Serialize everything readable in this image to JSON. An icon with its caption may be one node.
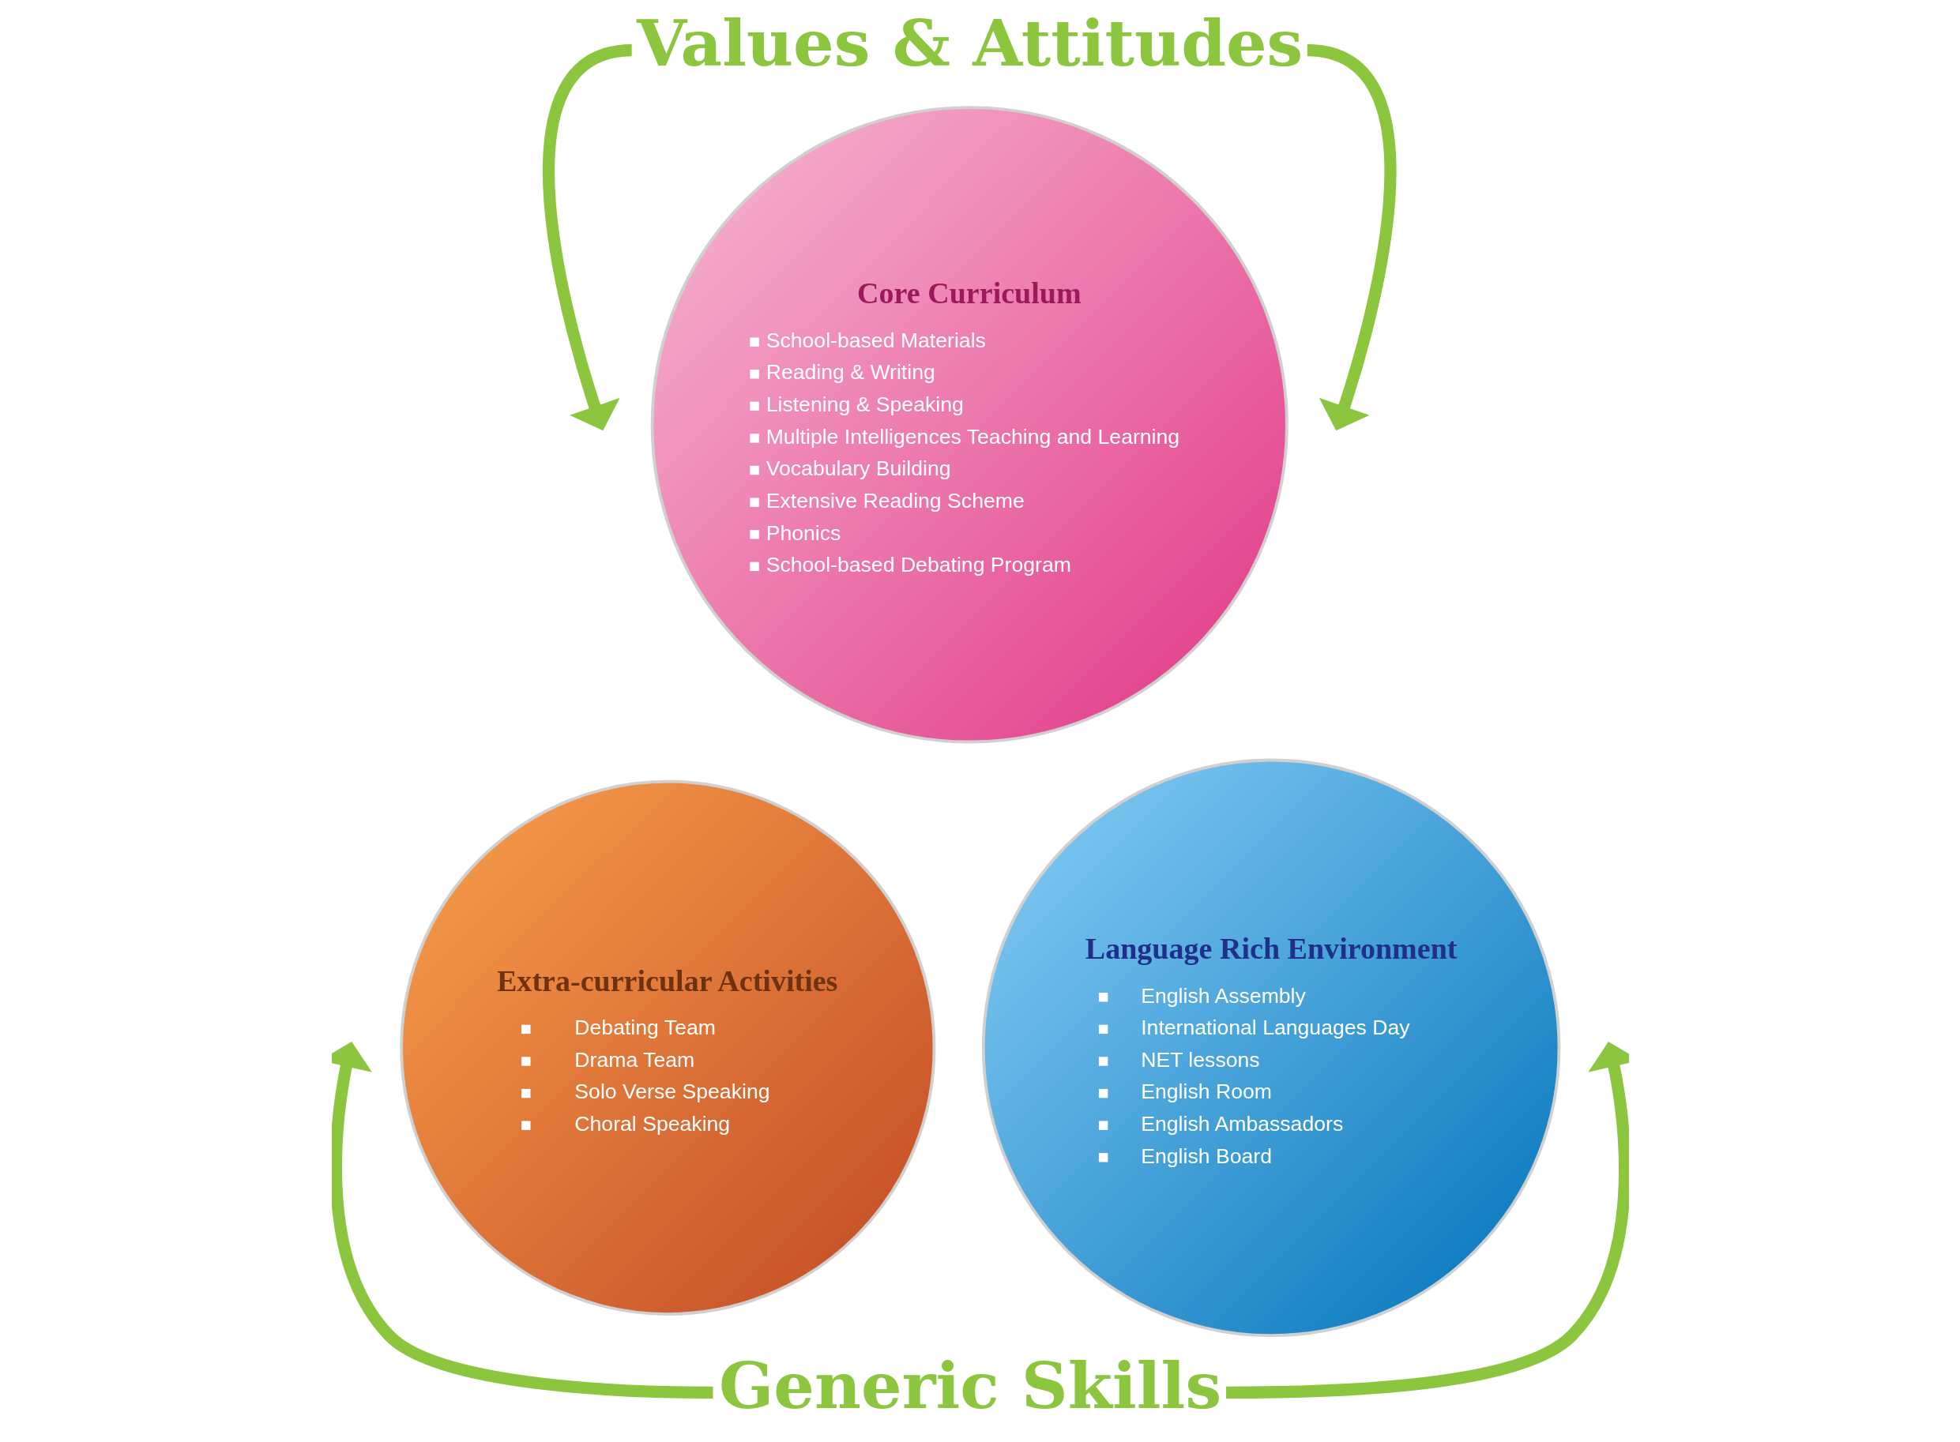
{
  "diagram": {
    "nodes": [
      {
        "text": [
          "Values & Attitudes"
        ]
      },
      {
        "text": [
          "Core Curriculum",
          "School-based Materials",
          "Reading & Writing",
          "Listening & Speaking",
          "Multiple Intelligences Teaching and Learning",
          "Vocabulary Building",
          "Extensive Reading Scheme",
          "Phonics",
          "School-based Debating Program"
        ]
      },
      {
        "text": [
          "Extra-curricular Activities",
          "Debating Team",
          "Drama Team",
          "Solo Verse Speaking",
          "Choral Speaking"
        ]
      },
      {
        "text": [
          "Language Rich Environment",
          "English Assembly",
          "International Languages Day",
          "NET lessons",
          "English Room",
          "English Ambassadors",
          "English Board"
        ]
      },
      {
        "text": [
          "Generic Skills"
        ]
      }
    ],
    "edges": [
      {
        "from": 0,
        "to": null,
        "arrow": "to"
      },
      {
        "from": 0,
        "to": null,
        "arrow": "to"
      },
      {
        "from": 4,
        "to": null,
        "arrow": "to"
      },
      {
        "from": 4,
        "to": null,
        "arrow": "to"
      }
    ]
  }
}
